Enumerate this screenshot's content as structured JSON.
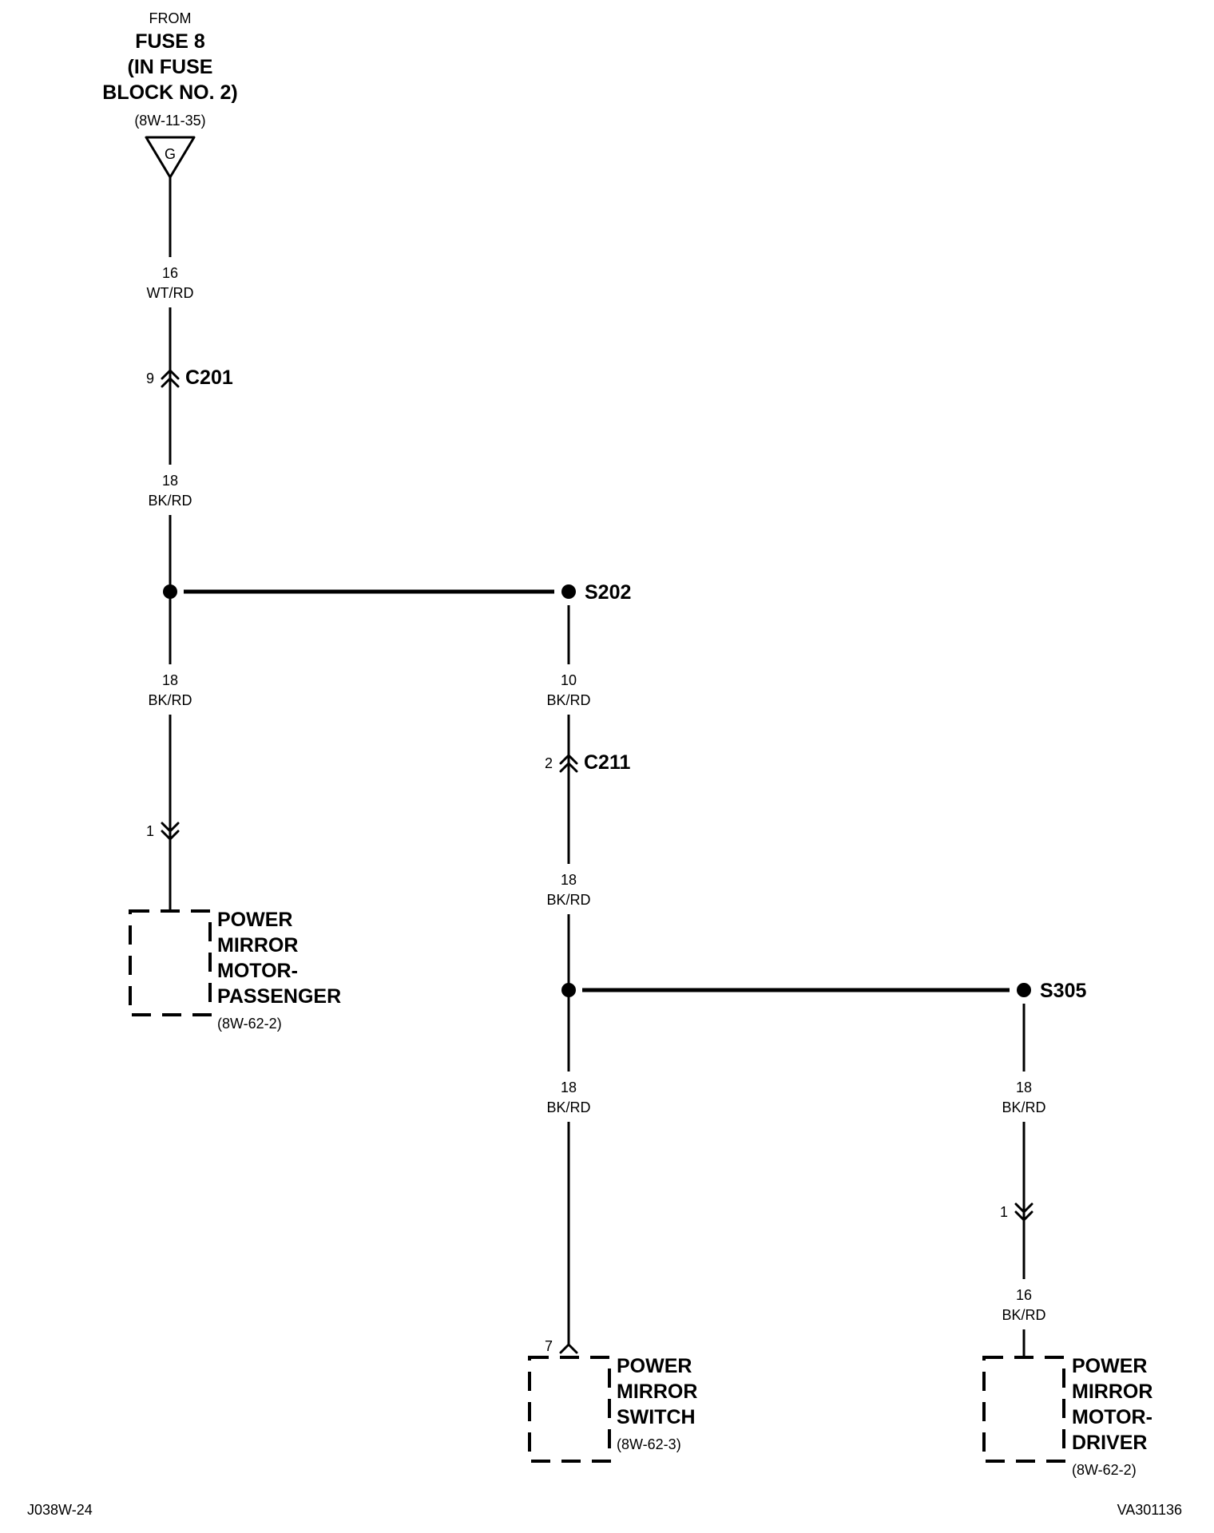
{
  "source": {
    "from_label": "FROM",
    "fuse": "FUSE 8",
    "fuse_block_line1": "(IN FUSE",
    "fuse_block_line2": "BLOCK NO. 2)",
    "page_ref": "(8W-11-35)",
    "pin": "G"
  },
  "wires": {
    "w1": {
      "gauge": "16",
      "color": "WT/RD"
    },
    "w2": {
      "gauge": "18",
      "color": "BK/RD"
    },
    "w3": {
      "gauge": "18",
      "color": "BK/RD"
    },
    "w4": {
      "gauge": "10",
      "color": "BK/RD"
    },
    "w5": {
      "gauge": "18",
      "color": "BK/RD"
    },
    "w6": {
      "gauge": "18",
      "color": "BK/RD"
    },
    "w7": {
      "gauge": "18",
      "color": "BK/RD"
    },
    "w8": {
      "gauge": "16",
      "color": "BK/RD"
    }
  },
  "connectors": {
    "c201": {
      "name": "C201",
      "pin": "9"
    },
    "c211": {
      "name": "C211",
      "pin": "2"
    },
    "pass_pin": "1",
    "driver_pin": "1",
    "switch_pin": "7"
  },
  "splices": {
    "s202": "S202",
    "s305": "S305"
  },
  "components": {
    "passenger": {
      "line1": "POWER",
      "line2": "MIRROR",
      "line3": "MOTOR-",
      "line4": "PASSENGER",
      "ref": "(8W-62-2)"
    },
    "switch": {
      "line1": "POWER",
      "line2": "MIRROR",
      "line3": "SWITCH",
      "ref": "(8W-62-3)"
    },
    "driver": {
      "line1": "POWER",
      "line2": "MIRROR",
      "line3": "MOTOR-",
      "line4": "DRIVER",
      "ref": "(8W-62-2)"
    }
  },
  "footer": {
    "left": "J038W-24",
    "right": "VA301136"
  }
}
